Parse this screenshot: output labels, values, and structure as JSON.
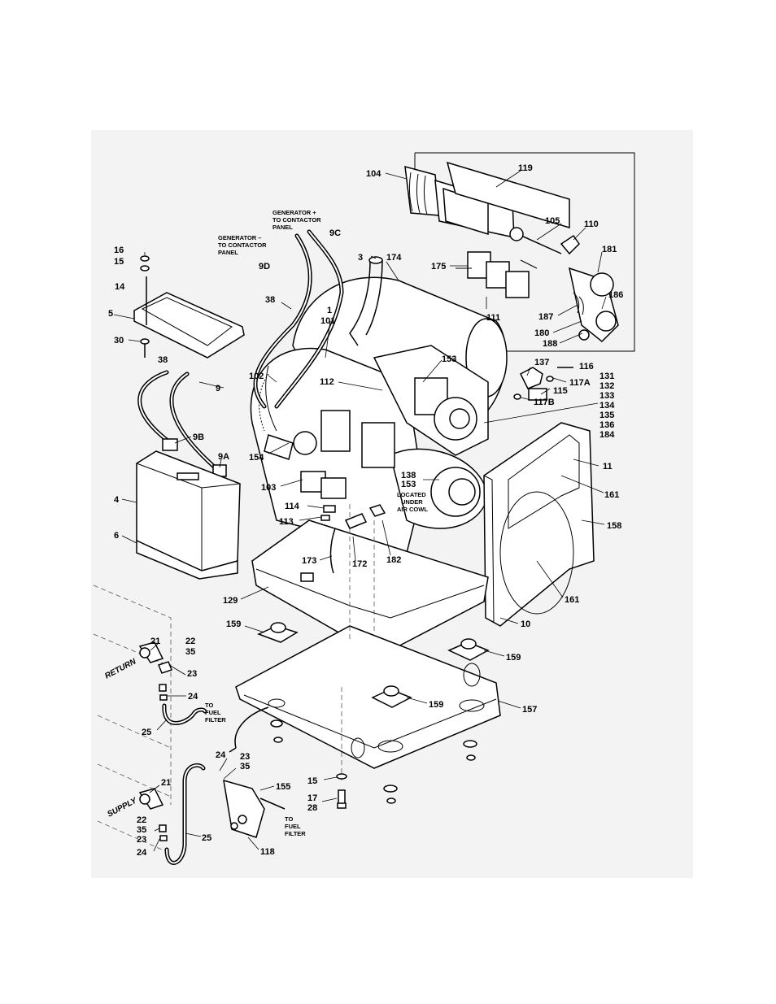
{
  "callouts": {
    "c104": "104",
    "c119": "119",
    "c105": "105",
    "c110": "110",
    "c181": "181",
    "c175": "175",
    "c111": "111",
    "c186": "186",
    "c187": "187",
    "c180": "180",
    "c188": "188",
    "c3": "3",
    "c174": "174",
    "c9c": "9C",
    "c9d": "9D",
    "c16": "16",
    "c15a": "15",
    "c14": "14",
    "c5": "5",
    "c30": "30",
    "c38a": "38",
    "c1": "1",
    "c101": "101",
    "c38b": "38",
    "c102": "102",
    "c112": "112",
    "c153a": "153",
    "c137": "137",
    "c116": "116",
    "c117a": "117A",
    "c115": "115",
    "c117b": "117B",
    "c131": "131",
    "c132": "132",
    "c133": "133",
    "c134": "134",
    "c135": "135",
    "c136": "136",
    "c184": "184",
    "c9": "9",
    "c9b": "9B",
    "c9a": "9A",
    "c154": "154",
    "c103": "103",
    "c138": "138",
    "c153b": "153",
    "c11": "11",
    "c161a": "161",
    "c158": "158",
    "c4": "4",
    "c114": "114",
    "c113": "113",
    "c6": "6",
    "c173": "173",
    "c172": "172",
    "c182": "182",
    "c129": "129",
    "c161b": "161",
    "c10": "10",
    "c159a": "159",
    "c159b": "159",
    "c159c": "159",
    "c21a": "21",
    "c22a": "22",
    "c35a": "35",
    "c23a": "23",
    "c24a": "24",
    "c25a": "25",
    "c157": "157",
    "c24b": "24",
    "c23b": "23",
    "c35b": "35",
    "c155": "155",
    "c21b": "21",
    "c22b": "22",
    "c35c": "35",
    "c23c": "23",
    "c24c": "24",
    "c25b": "25",
    "c118": "118",
    "c15b": "15",
    "c17": "17",
    "c28": "28"
  },
  "notes": {
    "gen_plus": [
      "GENERATOR +",
      "TO CONTACTOR",
      "PANEL"
    ],
    "gen_minus": [
      "GENERATOR –",
      "TO CONTACTOR",
      "PANEL"
    ],
    "located": [
      "LOCATED",
      "UNDER",
      "AIR COWL"
    ],
    "to_filter_a": [
      "TO",
      "FUEL",
      "FILTER"
    ],
    "to_filter_b": [
      "TO",
      "FUEL",
      "FILTER"
    ],
    "return_label": "RETURN",
    "supply_label": "SUPPLY"
  }
}
